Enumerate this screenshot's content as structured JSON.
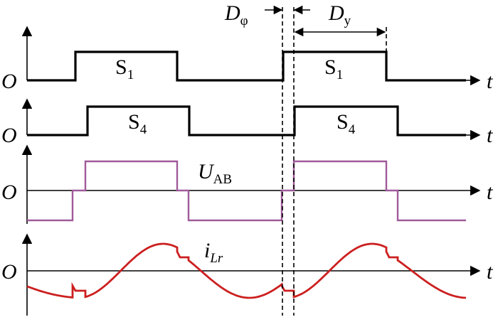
{
  "diagram": {
    "origin_label": "O",
    "time_label": "t",
    "signals": [
      {
        "id": "s1",
        "label_main": "S",
        "label_sub": "1"
      },
      {
        "id": "s4",
        "label_main": "S",
        "label_sub": "4"
      },
      {
        "id": "uab",
        "label_main": "U",
        "label_sub": "AB"
      },
      {
        "id": "ilr",
        "label_main": "i",
        "label_sub": "Lr"
      }
    ],
    "dim_phi": {
      "main": "D",
      "sub": "φ"
    },
    "dim_y": {
      "main": "D",
      "sub": "y"
    },
    "colors": {
      "pulse": "#000000",
      "uab": "#a05a9a",
      "current": "#cc1f1f"
    }
  }
}
